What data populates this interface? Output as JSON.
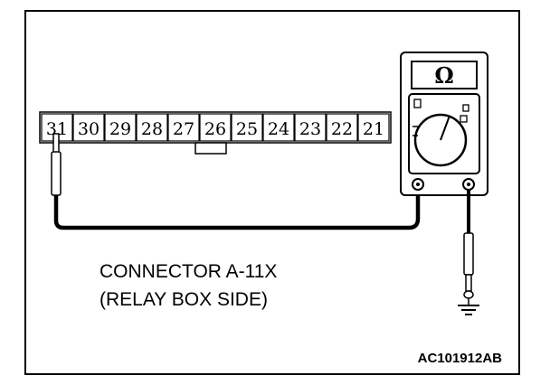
{
  "diagram": {
    "connector": {
      "pins": [
        "31",
        "30",
        "29",
        "28",
        "27",
        "26",
        "25",
        "24",
        "23",
        "22",
        "21"
      ],
      "probed_pin": "31"
    },
    "label": {
      "line1": "CONNECTOR A-11X",
      "line2": "(RELAY BOX SIDE)"
    },
    "meter": {
      "symbol": "Ω"
    },
    "figure_code": "AC101912AB"
  }
}
